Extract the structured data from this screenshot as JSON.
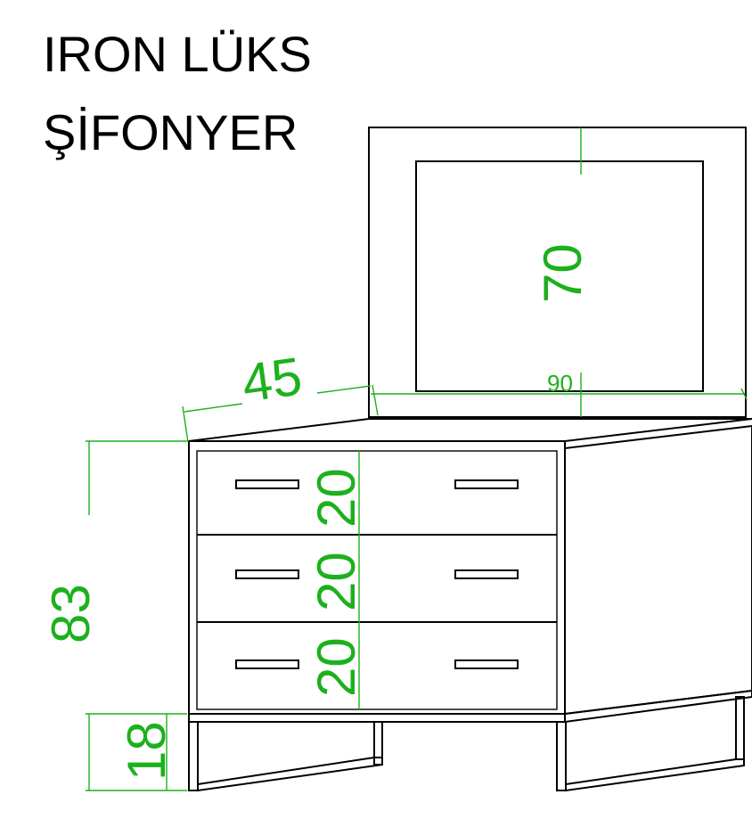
{
  "title": {
    "line1": "IRON LÜKS",
    "line2": "ŞİFONYER"
  },
  "dimensions": {
    "mirror_height": "70",
    "mirror_width": "90",
    "depth": "45",
    "total_height": "83",
    "drawer_1_height": "20",
    "drawer_2_height": "20",
    "drawer_3_height": "20",
    "leg_height": "18"
  },
  "colors": {
    "drawing_lines": "#000000",
    "dimension_text": "#1db01d",
    "background": "#ffffff"
  }
}
